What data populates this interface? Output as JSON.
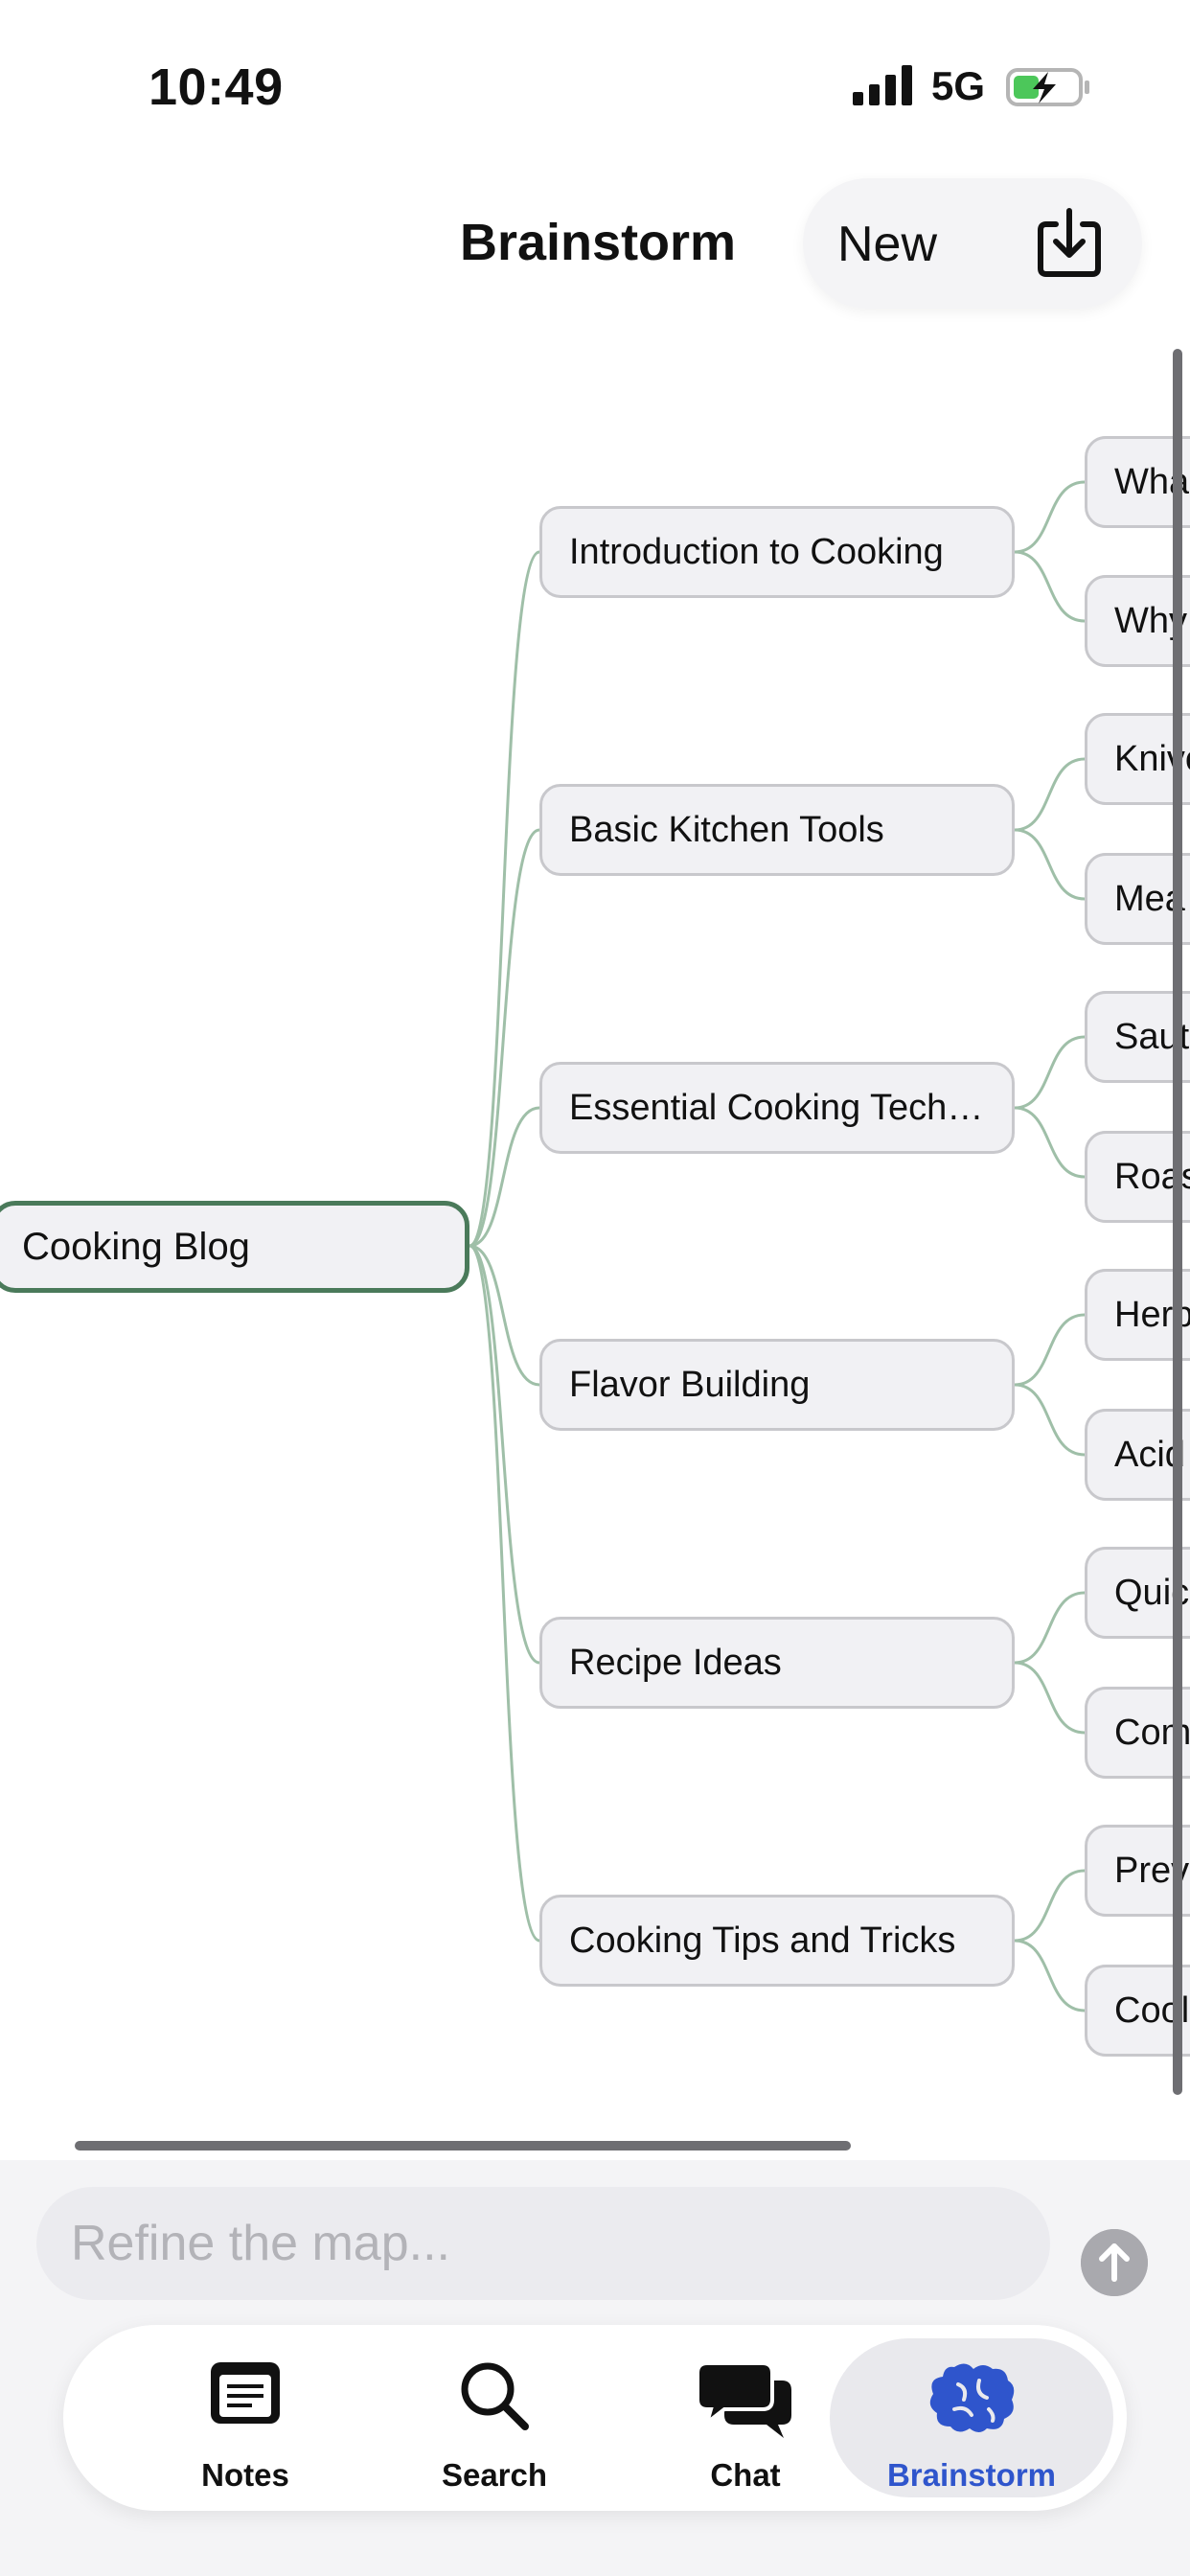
{
  "status_bar": {
    "time": "10:49",
    "network": "5G",
    "icons": [
      "cellular-signal-icon",
      "battery-charging-icon"
    ]
  },
  "header": {
    "title": "Brainstorm",
    "new_label": "New",
    "download_icon": "download-icon"
  },
  "mind_map": {
    "root": {
      "label": "Cooking Blog"
    },
    "children": [
      {
        "label": "Introduction to Cooking",
        "leaves": [
          "Wha",
          "Why"
        ]
      },
      {
        "label": "Basic Kitchen Tools",
        "leaves": [
          "Knive",
          "Mea"
        ]
      },
      {
        "label": "Essential Cooking Techn...",
        "leaves": [
          "Saut",
          "Roas"
        ]
      },
      {
        "label": "Flavor Building",
        "leaves": [
          "Herb",
          "Acid"
        ]
      },
      {
        "label": "Recipe Ideas",
        "leaves": [
          "Quic",
          "Com"
        ]
      },
      {
        "label": "Cooking Tips and Tricks",
        "leaves": [
          "Prev",
          "Cool"
        ]
      }
    ]
  },
  "composer": {
    "placeholder": "Refine the map...",
    "value": "",
    "send_icon": "arrow-up-icon"
  },
  "tab_bar": {
    "active": "brainstorm",
    "items": [
      {
        "id": "notes",
        "label": "Notes",
        "icon": "notes-icon"
      },
      {
        "id": "search",
        "label": "Search",
        "icon": "search-icon"
      },
      {
        "id": "chat",
        "label": "Chat",
        "icon": "chat-bubbles-icon"
      },
      {
        "id": "brainstorm",
        "label": "Brainstorm",
        "icon": "brain-icon"
      }
    ]
  },
  "colors": {
    "accent": "#2f55cc",
    "root_border": "#4a7a5a",
    "connector": "#9fbfa8",
    "node_fill": "#f1f1f4",
    "node_border": "#c8c8cc"
  }
}
